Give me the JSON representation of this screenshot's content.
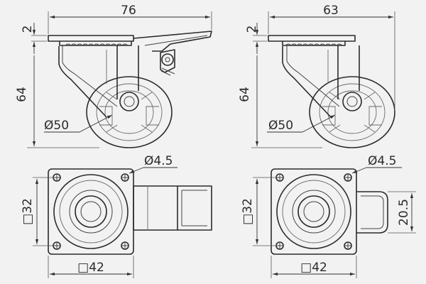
{
  "colors": {
    "background": "#f2f2f2",
    "line": "#2b2b2b"
  },
  "views": {
    "brake_side": {
      "width_label": "76",
      "plate_thickness_label": "2",
      "height_label": "64",
      "wheel_dia_label": "Ø50"
    },
    "plain_side": {
      "width_label": "63",
      "plate_thickness_label": "2",
      "height_label": "64",
      "wheel_dia_label": "Ø50"
    },
    "brake_top": {
      "hole_label": "Ø4.5",
      "plate_vertical_label": "□32",
      "plate_width_label": "□42"
    },
    "plain_top": {
      "hole_label": "Ø4.5",
      "plate_vertical_label": "□32",
      "plate_width_label": "□42",
      "offset_label": "20.5"
    }
  }
}
